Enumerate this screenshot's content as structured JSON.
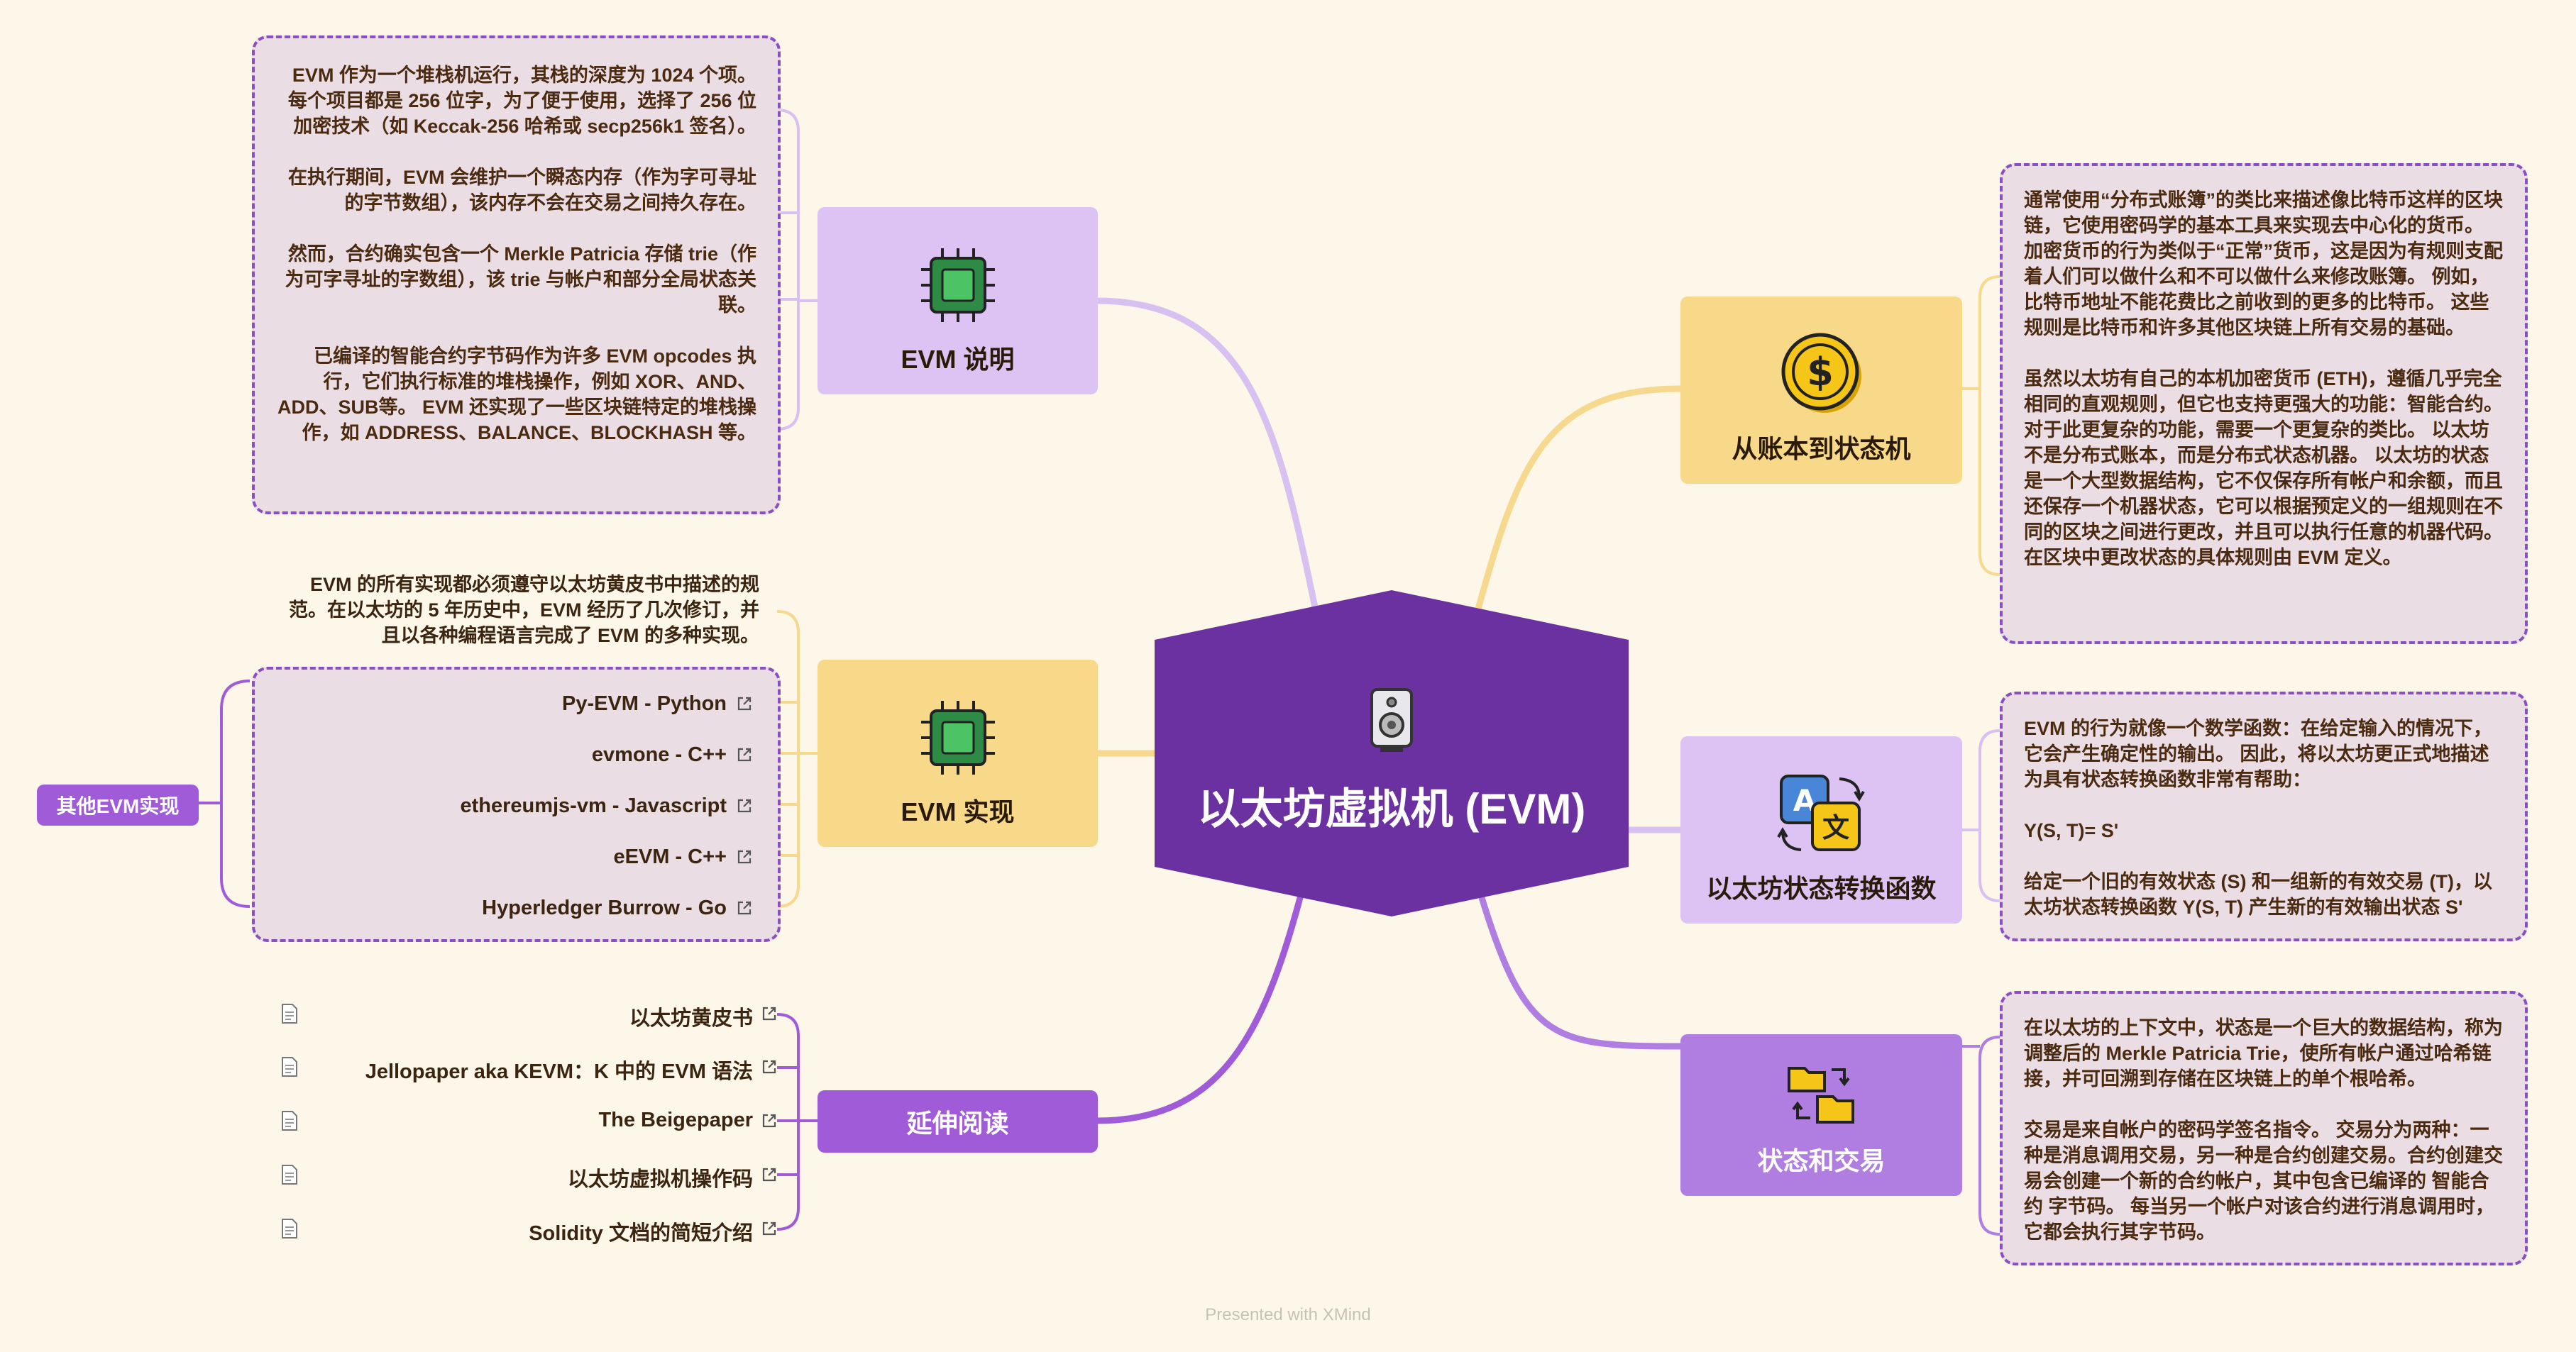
{
  "center": {
    "title": "以太坊虚拟机 (EVM)",
    "icon": "speaker-icon"
  },
  "evm_desc": {
    "title": "EVM 说明",
    "icon": "cpu-chip-icon",
    "paragraphs": [
      "EVM 作为一个堆栈机运行，其栈的深度为 1024 个项。 每个项目都是 256 位字，为了便于使用，选择了 256 位加密技术（如 Keccak-256 哈希或 secp256k1 签名）。",
      "在执行期间，EVM 会维护一个瞬态内存（作为字可寻址的字节数组），该内存不会在交易之间持久存在。",
      "然而，合约确实包含一个 Merkle Patricia 存储 trie（作为可字寻址的字数组），该 trie 与帐户和部分全局状态关联。",
      "已编译的智能合约字节码作为许多 EVM opcodes 执行，它们执行标准的堆栈操作，例如 XOR、AND、ADD、SUB等。 EVM 还实现了一些区块链特定的堆栈操作，如 ADDRESS、BALANCE、BLOCKHASH 等。"
    ]
  },
  "evm_impl": {
    "title": "EVM 实现",
    "icon": "cpu-chip-icon",
    "intro": "EVM 的所有实现都必须遵守以太坊黄皮书中描述的规范。在以太坊的 5 年历史中，EVM 经历了几次修订，并且以各种编程语言完成了 EVM 的多种实现。",
    "group_label": "其他EVM实现",
    "items": [
      "Py-EVM - Python",
      "evmone - C++",
      "ethereumjs-vm - Javascript",
      "eEVM - C++",
      "Hyperledger Burrow - Go"
    ]
  },
  "reading": {
    "title": "延伸阅读",
    "items": [
      "以太坊黄皮书",
      "Jellopaper aka KEVM：K 中的 EVM 语法",
      "The Beigepaper",
      "以太坊虚拟机操作码",
      "Solidity 文档的简短介绍"
    ]
  },
  "ledger": {
    "title": "从账本到状态机",
    "icon": "dollar-coin-icon",
    "paragraphs": [
      "通常使用“分布式账簿”的类比来描述像比特币这样的区块链，它使用密码学的基本工具来实现去中心化的货币。 加密货币的行为类似于“正常”货币，这是因为有规则支配着人们可以做什么和不可以做什么来修改账簿。 例如，比特币地址不能花费比之前收到的更多的比特币。 这些规则是比特币和许多其他区块链上所有交易的基础。",
      "虽然以太坊有自己的本机加密货币 (ETH)，遵循几乎完全相同的直观规则，但它也支持更强大的功能：智能合约。 对于此更复杂的功能，需要一个更复杂的类比。 以太坊不是分布式账本，而是分布式状态机器。 以太坊的状态是一个大型数据结构，它不仅保存所有帐户和余额，而且还保存一个机器状态，它可以根据预定义的一组规则在不同的区块之间进行更改，并且可以执行任意的机器代码。 在区块中更改状态的具体规则由 EVM 定义。"
    ]
  },
  "transition": {
    "title": "以太坊状态转换函数",
    "icon": "translate-icon",
    "icon_glyphs": [
      "A",
      "文"
    ],
    "paragraphs": [
      "EVM 的行为就像一个数学函数：在给定输入的情况下，它会产生确定性的输出。 因此，将以太坊更正式地描述为具有状态转换函数非常有帮助：",
      "Y(S, T)= S'",
      "给定一个旧的有效状态 (S) 和一组新的有效交易 (T)，以太坊状态转换函数 Y(S, T) 产生新的有效输出状态 S'"
    ]
  },
  "state_tx": {
    "title": "状态和交易",
    "icon": "folder-exchange-icon",
    "paragraphs": [
      "在以太坊的上下文中，状态是一个巨大的数据结构，称为调整后的 Merkle Patricia Trie，使所有帐户通过哈希链接，并可回溯到存储在区块链上的单个根哈希。",
      "交易是来自帐户的密码学签名指令。 交易分为两种：一种是消息调用交易，另一种是合约创建交易。合约创建交易会创建一个新的合约帐户，其中包含已编译的 智能合约 字节码。 每当另一个帐户对该合约进行消息调用时，它都会执行其字节码。"
    ]
  },
  "footer": "Presented with XMind",
  "colors": {
    "background": "#fdf7ea",
    "center": "#6c31a1",
    "lavender": "#dcc3f3",
    "gold": "#f8d98a",
    "purple": "#a05cd8",
    "note_bg": "#eadde3",
    "note_border": "#8a4fc0"
  }
}
